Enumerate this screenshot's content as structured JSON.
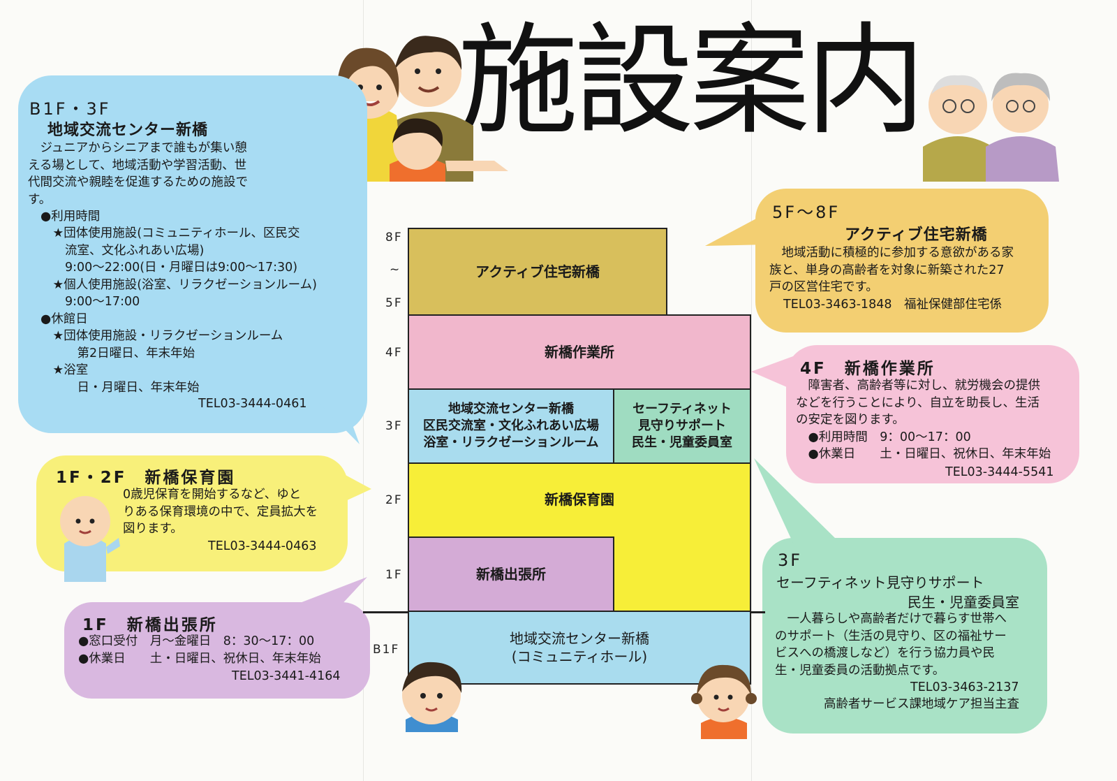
{
  "title": "施設案内",
  "colors": {
    "blue": "#a8dcf3",
    "yellow": "#f8f07a",
    "purple": "#d9b8e0",
    "pink": "#f6c3d8",
    "orange": "#f3cf72",
    "green": "#a9e2c6",
    "gold": "#d8bf5c",
    "box_pink": "#f1b7cc",
    "box_yellow": "#f7ee38",
    "box_purple": "#d4abd6",
    "box_blue": "#a9dcee",
    "box_green": "#9fdcc1"
  },
  "building": {
    "floors": [
      "8F",
      "~",
      "5F",
      "4F",
      "3F",
      "2F",
      "1F",
      "B1F"
    ],
    "sections": {
      "active": "アクティブ住宅新橋",
      "workshop": "新橋作業所",
      "center": "地域交流センター新橋\n区民交流室・文化ふれあい広場\n浴室・リラクゼーションルーム",
      "safety": "セーフティネット\n見守りサポート\n民生・児童委員室",
      "nursery": "新橋保育園",
      "branch": "新橋出張所",
      "basement": "地域交流センター新橋\n(コミュニティホール)"
    }
  },
  "bubbles": {
    "center": {
      "floor": "B1F・3F",
      "name": "地域交流センター新橋",
      "body": "　ジュニアからシニアまで誰もが集い憩\nえる場として、地域活動や学習活動、世\n代間交流や親睦を促進するための施設で\nす。",
      "hours_head": "●利用時間",
      "hours_body": "　★団体使用施設(コミュニティホール、区民交\n　　流室、文化ふれあい広場)\n　　9:00〜22:00(日・月曜日は9:00〜17:30)\n　★個人使用施設(浴室、リラクゼーションルーム)\n　　9:00〜17:00",
      "closed_head": "●休館日",
      "closed_body": "　★団体使用施設・リラクゼーションルーム\n　　　第2日曜日、年末年始\n　★浴室\n　　　日・月曜日、年末年始",
      "tel": "TEL03-3444-0461"
    },
    "nursery": {
      "floor": "1F・2F　新橋保育園",
      "body": "0歳児保育を開始するなど、ゆと\nりある保育環境の中で、定員拡大を\n図ります。",
      "tel": "TEL03-3444-0463"
    },
    "branch": {
      "floor": "1F　新橋出張所",
      "body": "●窓口受付　月〜金曜日　8：30〜17：00\n●休業日　　土・日曜日、祝休日、年末年始",
      "tel": "TEL03-3441-4164"
    },
    "active": {
      "floor": "5F〜8F",
      "name": "アクティブ住宅新橋",
      "body": "　地域活動に積極的に参加する意欲がある家\n族と、単身の高齢者を対象に新築された27\n戸の区営住宅です。",
      "tel": "TEL03-3463-1848　福祉保健部住宅係"
    },
    "workshop": {
      "floor": "4F　新橋作業所",
      "body": "　障害者、高齢者等に対し、就労機会の提供\nなどを行うことにより、自立を助長し、生活\nの安定を図ります。\n　●利用時間　9：00〜17：00\n　●休業日　　土・日曜日、祝休日、年末年始",
      "tel": "TEL03-3444-5541"
    },
    "safety": {
      "floor": "3F",
      "name1": "セーフティネット見守りサポート",
      "name2": "民生・児童委員室",
      "body": "　一人暮らしや高齢者だけで暮らす世帯へ\nのサポート（生活の見守り、区の福祉サー\nビスへの橋渡しなど）を行う協力員や民\n生・児童委員の活動拠点です。",
      "tel": "TEL03-3463-2137",
      "dept": "高齢者サービス課地域ケア担当主査"
    }
  }
}
